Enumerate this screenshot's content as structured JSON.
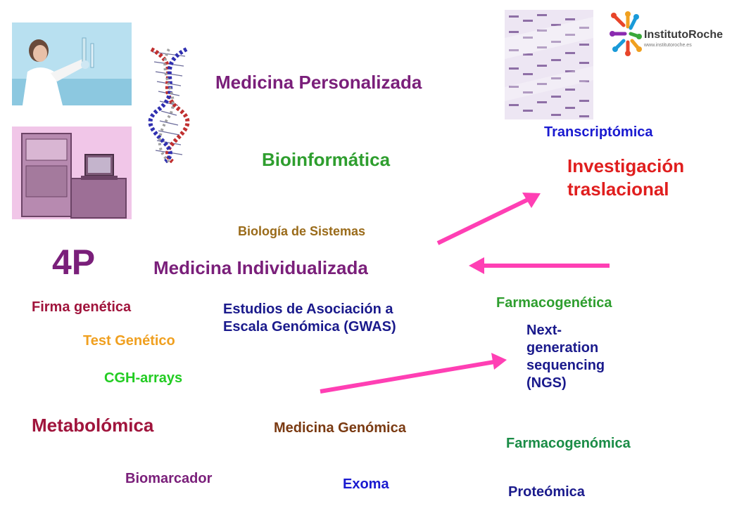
{
  "slide": {
    "logo": {
      "brand_lettering": "InstitutoRoche",
      "site_lettering": "www.institutoroche.es"
    },
    "terms": {
      "medicina_personalizada": "Medicina Personalizada",
      "bioinformatica": "Bioinformática",
      "transcriptomica": "Transcriptómica",
      "investigacion_line1": "Investigación",
      "investigacion_line2": "traslacional",
      "biologia_sistemas": "Biología de Sistemas",
      "four_p": "4P",
      "medicina_individualizada": "Medicina Individualizada",
      "firma_genetica": "Firma genética",
      "gwas_line1": "Estudios de Asociación a",
      "gwas_line2": "Escala Genómica (GWAS)",
      "farmacogenetica": "Farmacogenética",
      "test_genetico": "Test Genético",
      "ngs_line1": "Next-",
      "ngs_line2": "generation",
      "ngs_line3": "sequencing",
      "ngs_line4": "(NGS)",
      "cgh_arrays": "CGH-arrays",
      "metabolomica": "Metabolómica",
      "medicina_genomica": "Medicina Genómica",
      "farmacogenomica": "Farmacogenómica",
      "biomarcador": "Biomarcador",
      "exoma": "Exoma",
      "proteomica": "Proteómica"
    },
    "images": {
      "scientist_photo": "scientist-pipette-photo",
      "sequencer_photo": "dna-sequencer-machine-photo",
      "dna_helix": "dna-double-helix",
      "sequencing_gel": "sequencing-gel-photo",
      "logo_icon": "instituto-roche-logo"
    },
    "arrows": [
      "arrow-up-right",
      "arrow-left",
      "arrow-right"
    ],
    "colors": {
      "purple": "#7a1f7a",
      "green": "#2e9e2e",
      "blue": "#1a1ad0",
      "red": "#e01e1e",
      "olive": "#9a6b1a",
      "maroon": "#a0143c",
      "orange": "#f0a020",
      "lime": "#22cc22",
      "brown": "#7a3a12",
      "dark_blue": "#1a1a8c",
      "teal": "#1a8c46",
      "arrow_pink": "#ff3fb4"
    }
  }
}
